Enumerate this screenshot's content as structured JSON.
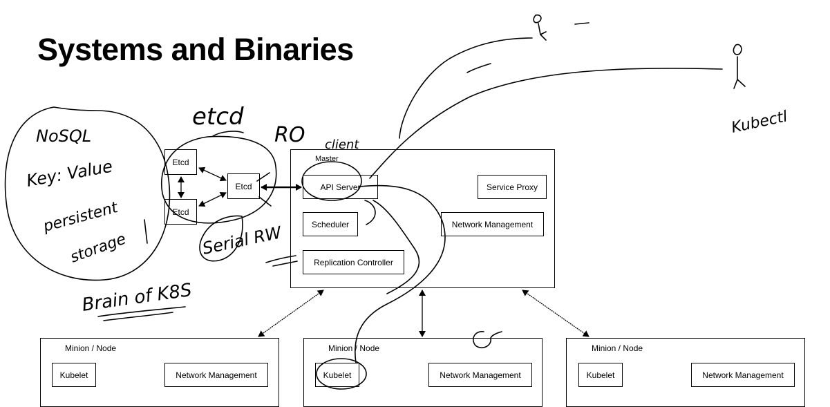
{
  "title": "Systems and Binaries",
  "etcd_cluster": {
    "nodes": [
      "Etcd",
      "Etcd",
      "Etcd"
    ]
  },
  "master": {
    "label": "Master",
    "components": {
      "api_server": "API Server",
      "scheduler": "Scheduler",
      "replication_controller": "Replication Controller",
      "service_proxy": "Service Proxy",
      "network_management": "Network Management"
    }
  },
  "minions": [
    {
      "label": "Minion / Node",
      "kubelet": "Kubelet",
      "network": "Network Management"
    },
    {
      "label": "Minion / Node",
      "kubelet": "Kubelet",
      "network": "Network Management"
    },
    {
      "label": "Minion / Node",
      "kubelet": "Kubelet",
      "network": "Network Management"
    }
  ],
  "annotations": {
    "etcd_heading": "etcd",
    "ro": "RO",
    "client": "client",
    "nosql_note": [
      "NoSQL",
      "Key: Value",
      "persistent",
      "storage"
    ],
    "brain": "Brain of K8S",
    "serial_rw": "Serial RW",
    "kubectl": "Kubectl"
  }
}
